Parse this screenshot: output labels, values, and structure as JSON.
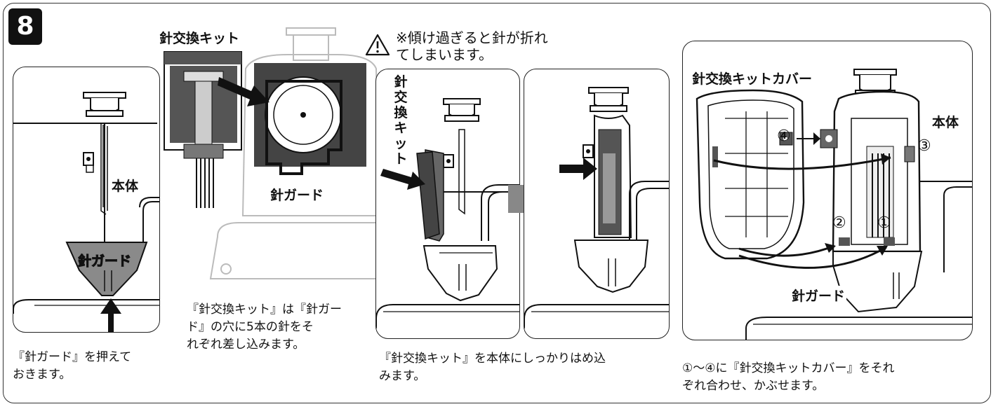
{
  "step": {
    "number": "8"
  },
  "panel1": {
    "body_label": "本体",
    "guard_label": "針ガード",
    "caption": [
      "『針ガード』を押えて",
      "おきます。"
    ]
  },
  "panel2": {
    "kit_label": "針交換キット",
    "guard_label": "針ガード",
    "caption": [
      "『針交換キット』は『針ガー",
      "ド』の穴に5本の針をそ",
      "れぞれ差し込みます。"
    ]
  },
  "warning": {
    "lines": [
      "※傾け過ぎると針が折れ",
      "てしまいます。"
    ]
  },
  "panel3": {
    "kit_vertical": [
      "針",
      "交",
      "換",
      "キ",
      "ッ",
      "ト"
    ]
  },
  "panel34": {
    "caption": [
      "『針交換キット』を本体にしっかりはめ込",
      "みます。"
    ]
  },
  "panel5": {
    "cover_label": "針交換キットカバー",
    "body_label": "本体",
    "guard_label": "針ガード",
    "markers": [
      "①",
      "②",
      "③",
      "④"
    ],
    "caption": [
      "①～④に『針交換キットカバー』をそれ",
      "ぞれ合わせ、かぶせます。"
    ]
  }
}
